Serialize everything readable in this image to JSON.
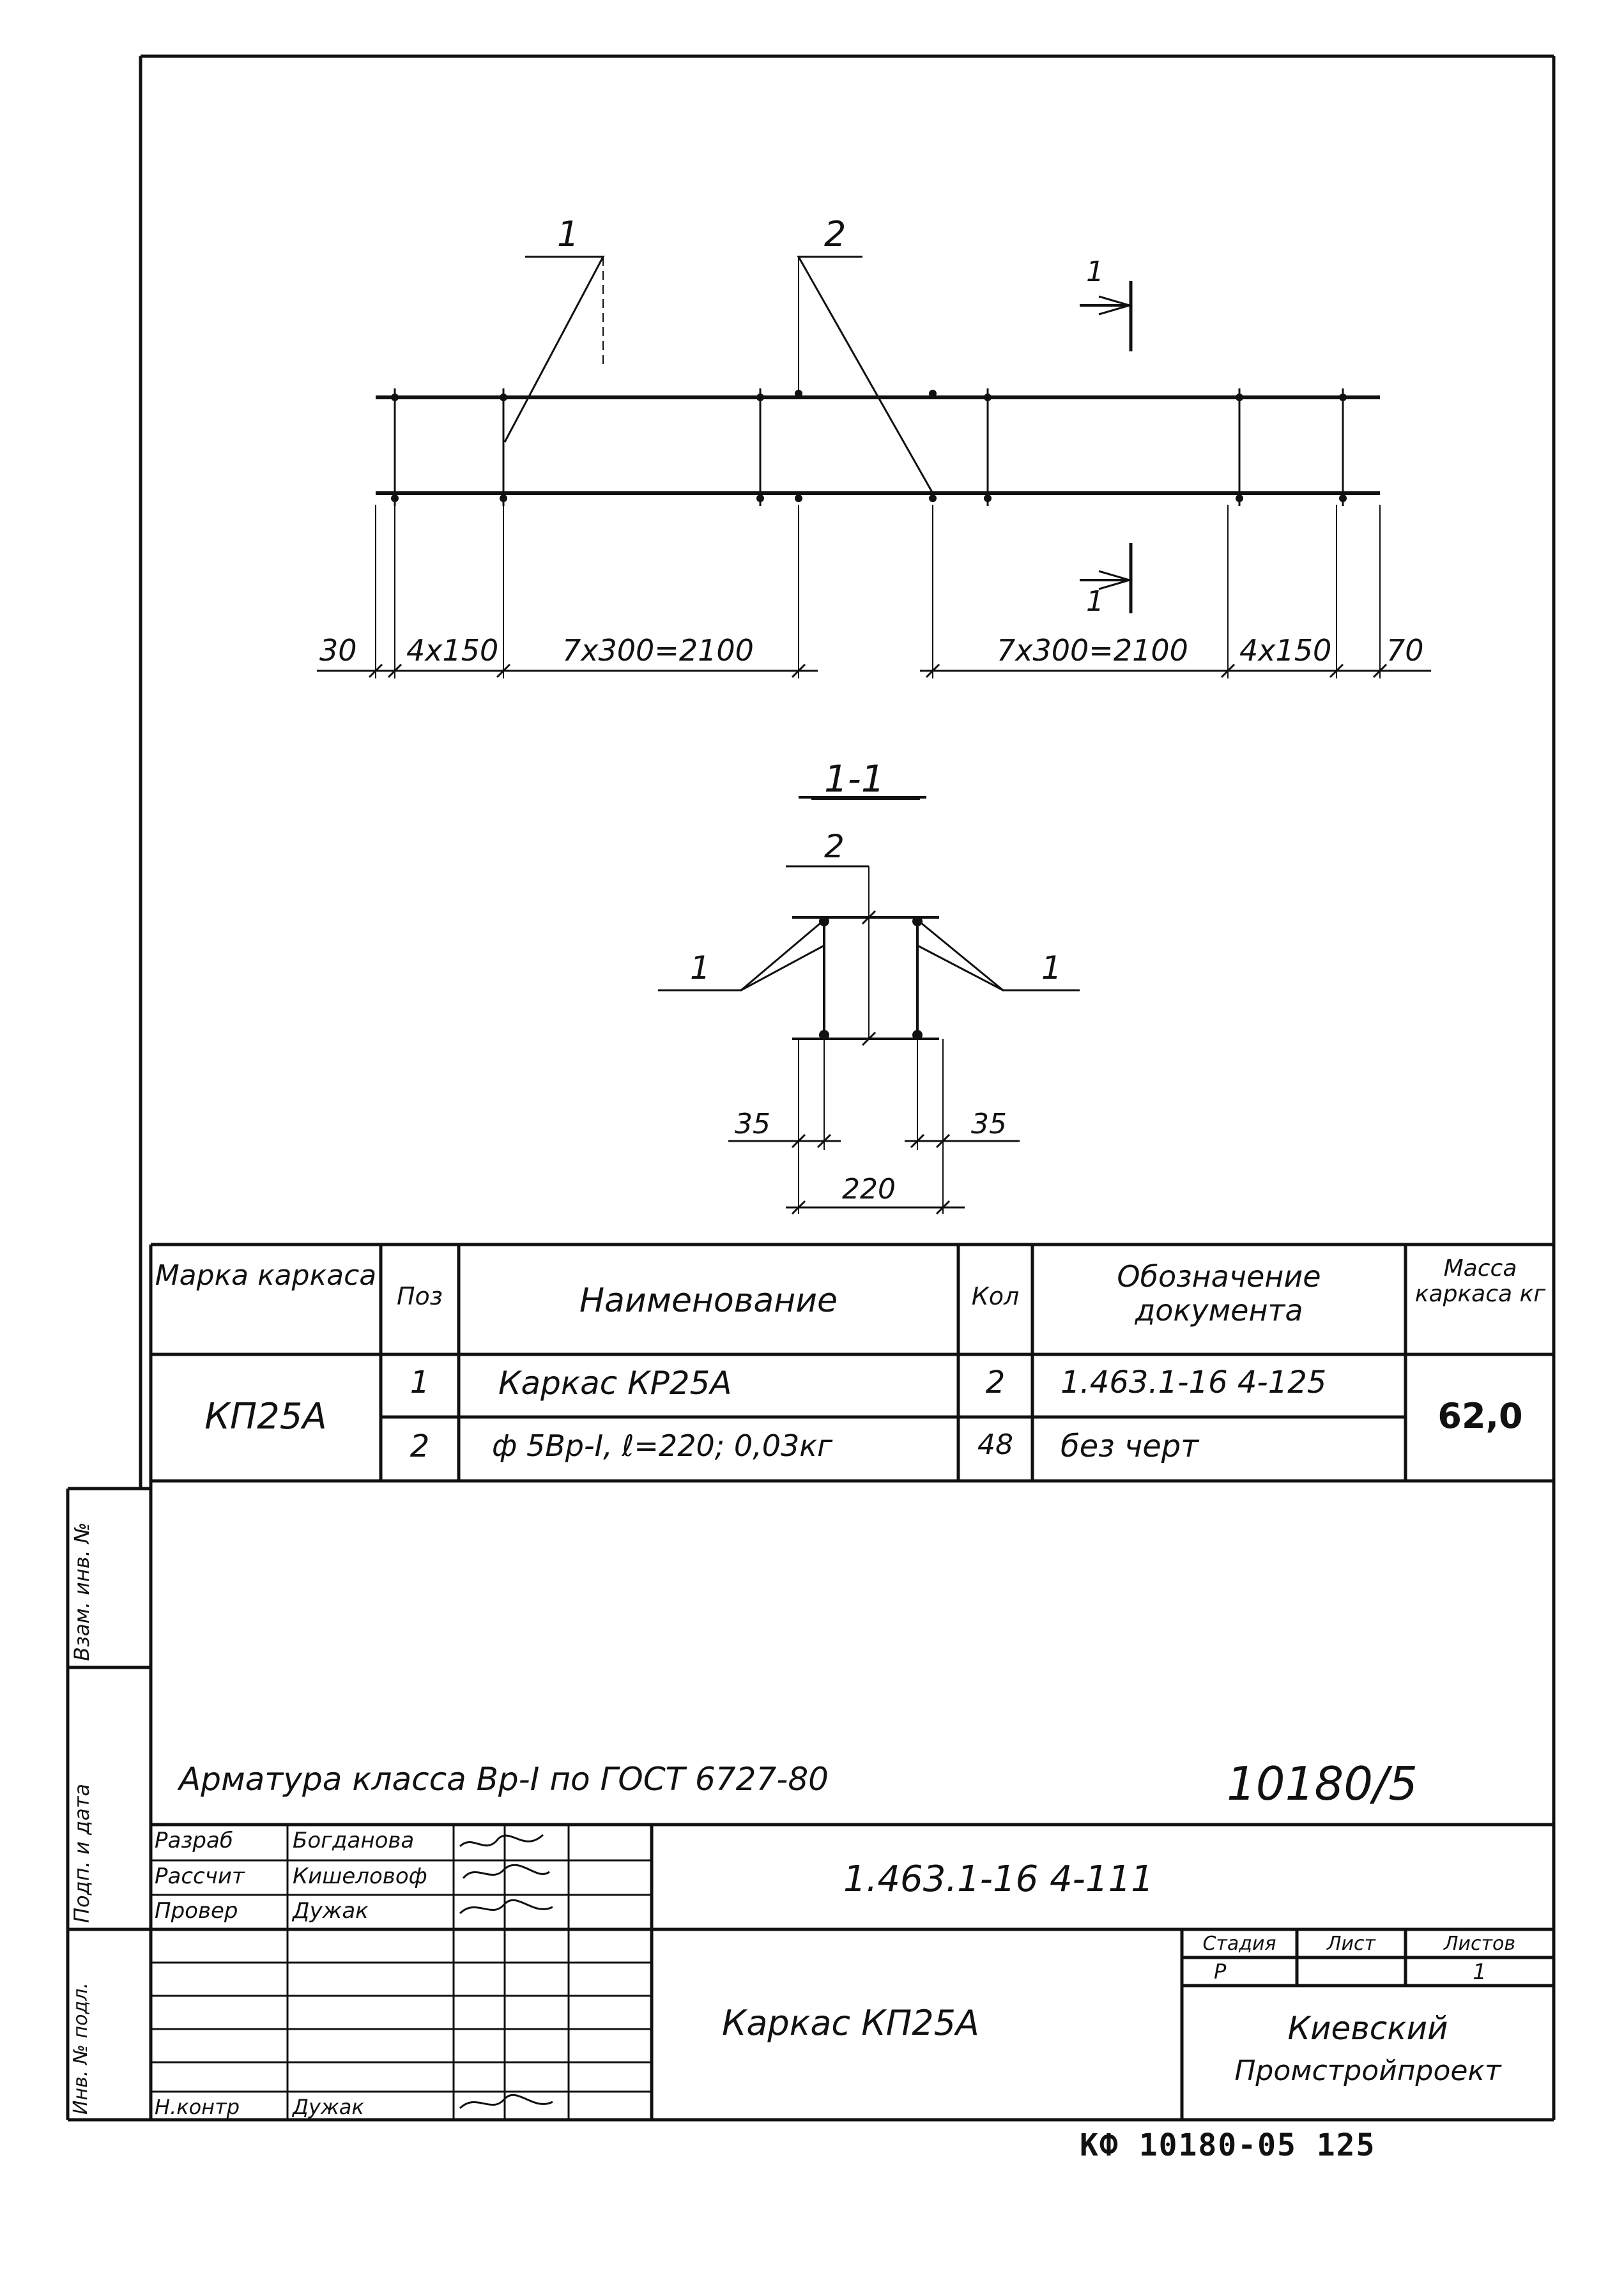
{
  "drawing": {
    "view_labels": {
      "leader_1": "1",
      "leader_2": "2",
      "section_arrow_top": "1",
      "section_arrow_bottom": "1"
    },
    "plan_dims": {
      "d1": "30",
      "d2": "4x150",
      "d3": "7x300=2100",
      "d4": "7x300=2100",
      "d5": "4x150",
      "d6": "70"
    },
    "section_title": "1-1",
    "section_labels": {
      "pos2": "2",
      "pos1_left": "1",
      "pos1_right": "1"
    },
    "section_dims": {
      "left": "35",
      "right": "35",
      "total": "220"
    }
  },
  "spec_table": {
    "headers": {
      "mark": "Марка каркаса",
      "pos": "Поз",
      "name": "Наименование",
      "qty": "Кол",
      "doc": "Обозначение документа",
      "mass": "Масса каркаса кг"
    },
    "mark_value": "КП25А",
    "mass_value": "62,0",
    "rows": [
      {
        "pos": "1",
        "name": "Каркас КР25А",
        "qty": "2",
        "doc": "1.463.1-16 4-125"
      },
      {
        "pos": "2",
        "name": "ф 5Вр-I, ℓ=220; 0,03кг",
        "qty": "48",
        "doc": "без черт"
      }
    ]
  },
  "note": "Арматура класса Вр-I по ГОСТ 6727-80",
  "archive_number": "10180/5",
  "side_strip": {
    "cell1": "Взам. инв. №",
    "cell2": "Подп. и дата",
    "cell3": "Инв. № подл."
  },
  "title_block": {
    "designation": "1.463.1-16 4-111",
    "title": "Каркас КП25А",
    "roles": [
      {
        "role": "Разраб",
        "name": "Богданова"
      },
      {
        "role": "Рассчит",
        "name": "Кишеловоф"
      },
      {
        "role": "Провер",
        "name": "Дужак"
      },
      {
        "role": "Н.контр",
        "name": "Дужак"
      }
    ],
    "stage_header": "Стадия",
    "sheet_header": "Лист",
    "sheets_header": "Листов",
    "stage_value": "Р",
    "sheet_value": "",
    "sheets_value": "1",
    "organization_line1": "Киевский",
    "organization_line2": "Промстройпроект"
  },
  "bottom_stamp": "КФ 10180-05   125"
}
